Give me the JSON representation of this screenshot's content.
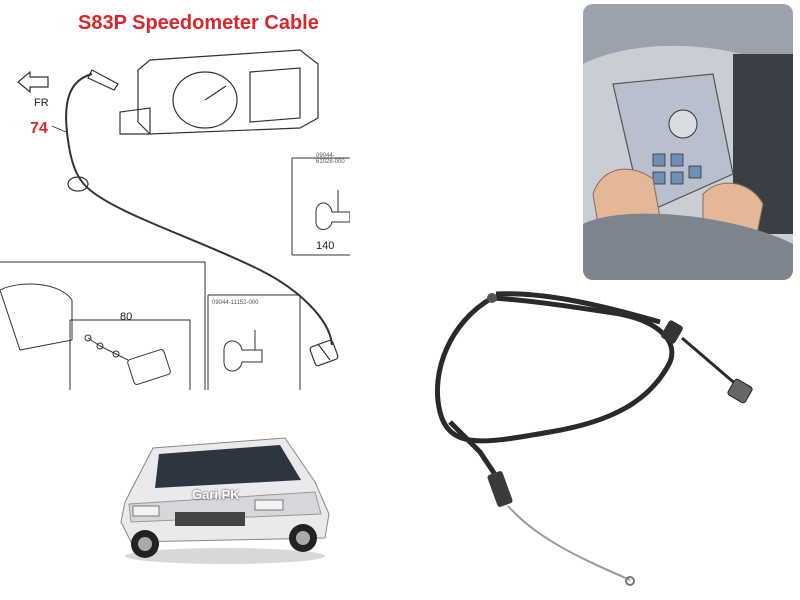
{
  "diagram": {
    "title": "S83P Speedometer Cable",
    "front_label": "FR",
    "callouts": {
      "cable": "74",
      "clamp": "140",
      "harness": "80"
    },
    "part_codes": {
      "top": "09044-61028-000",
      "middle": "09044-11152-000"
    }
  },
  "car_photo": {
    "watermark": "Gari.PK"
  },
  "colors": {
    "title": "#d8262b",
    "line": "#333333"
  }
}
